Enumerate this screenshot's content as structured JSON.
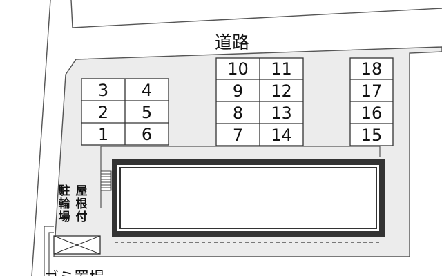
{
  "road_label": "道路",
  "parking_spaces": {
    "block_a": [
      "3",
      "4",
      "2",
      "5",
      "1",
      "6"
    ],
    "block_b": [
      "10",
      "11",
      "9",
      "12",
      "8",
      "13",
      "7",
      "14"
    ],
    "block_c": [
      "18",
      "17",
      "16",
      "15"
    ]
  },
  "bicycle_parking": {
    "col1": [
      "駐",
      "輪",
      "場"
    ],
    "col2": [
      "屋",
      "根",
      "付"
    ]
  },
  "garbage_area_label": "ゴミ置場"
}
